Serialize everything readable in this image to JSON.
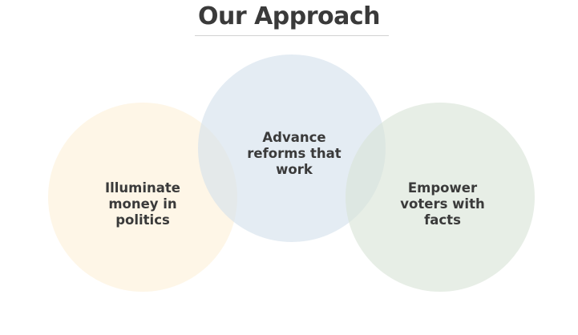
{
  "title": "Our Approach",
  "circles": [
    {
      "label": "Illuminate\nmoney in\npolitics",
      "fill": "#fdf1d9",
      "opacity": 0.62
    },
    {
      "label": "Advance\nreforms that\nwork",
      "fill": "#d3e0ec",
      "opacity": 0.62
    },
    {
      "label": "Empower\nvoters with\nfacts",
      "fill": "#d8e4d6",
      "opacity": 0.62
    }
  ]
}
